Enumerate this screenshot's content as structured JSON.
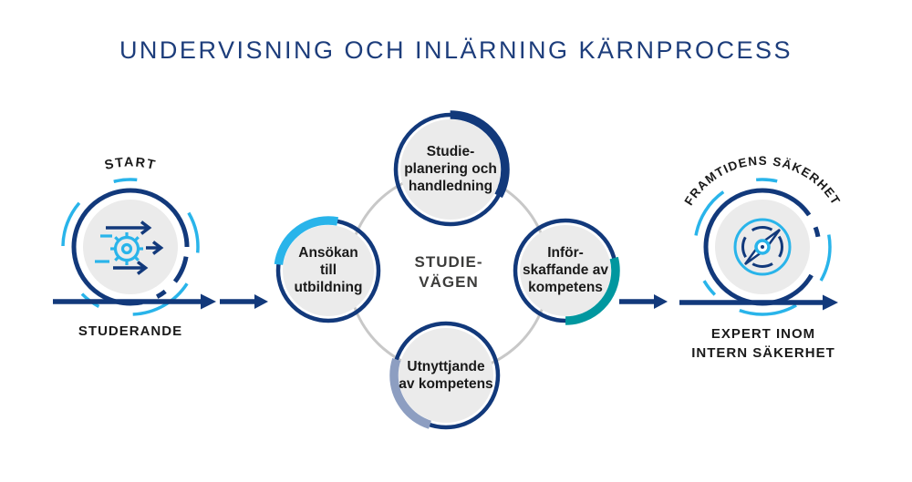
{
  "title": "UNDERVISNING OCH INLÄRNING KÄRNPROCESS",
  "colors": {
    "navy": "#12397b",
    "cyan": "#29b4ea",
    "teal": "#00979f",
    "slate": "#8d9ec1",
    "node_fill": "#ebebeb",
    "ring_gray": "#c8c8c8",
    "title_blue": "#1d3d7b",
    "text_black": "#1a1a1a"
  },
  "start_stage": {
    "arc_label": "START",
    "icon": "gear-with-arrows",
    "bottom_label": "STUDERANDE"
  },
  "flow": {
    "center_label": [
      "STUDIE-",
      "VÄGEN"
    ]
  },
  "nodes": [
    {
      "id": "studieplanering",
      "accent_color": "#12397b",
      "lines": [
        "Studie-",
        "planering och",
        "handledning"
      ]
    },
    {
      "id": "ansokan",
      "accent_color": "#29b4ea",
      "lines": [
        "Ansökan",
        "till",
        "utbildning"
      ]
    },
    {
      "id": "inforskaffande",
      "accent_color": "#00979f",
      "lines": [
        "Inför-",
        "skaffande av",
        "kompetens"
      ]
    },
    {
      "id": "utnyttjande",
      "accent_color": "#8d9ec1",
      "lines": [
        "Utnyttjande",
        "av kompetens"
      ]
    }
  ],
  "end_stage": {
    "arc_label": "FRAMTIDENS SÄKERHET",
    "icon": "compass",
    "bottom_label_lines": [
      "EXPERT INOM",
      "INTERN SÄKERHET"
    ]
  }
}
